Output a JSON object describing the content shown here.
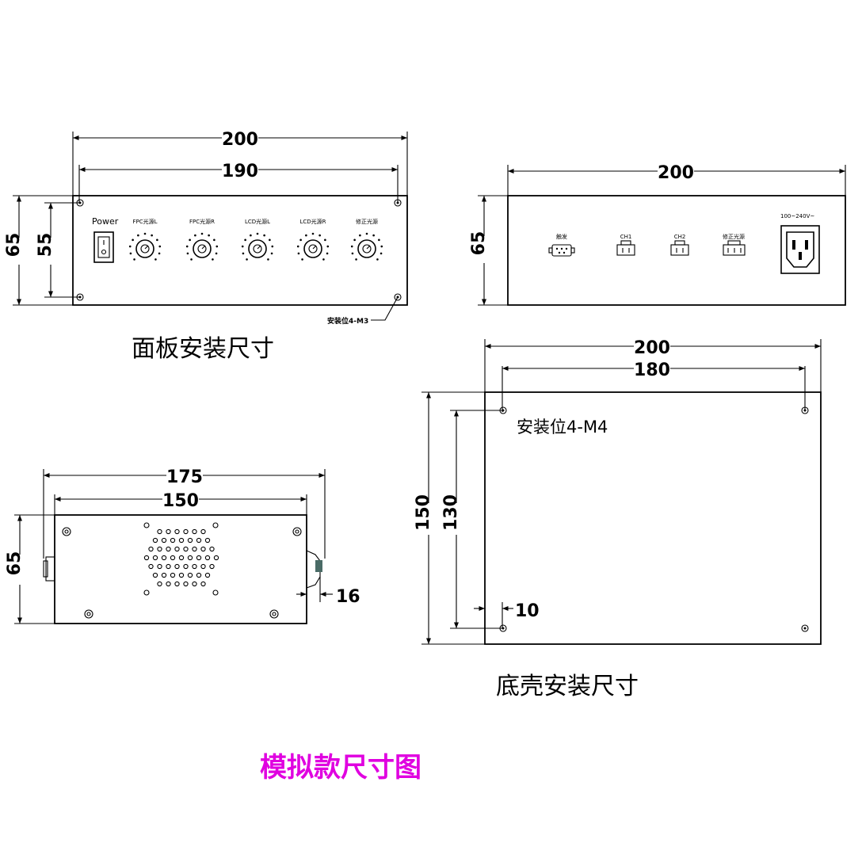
{
  "colors": {
    "line": "#000000",
    "main_title": "#e000e0"
  },
  "front_panel": {
    "width_dim": "200",
    "hole_span_dim": "190",
    "height_dim": "65",
    "hole_height_dim": "55",
    "power_label": "Power",
    "knob_labels": [
      "FPC光源L",
      "FPC光源R",
      "LCD光源L",
      "LCD光源R",
      "修正光源"
    ],
    "mount_note": "安装位4-M3",
    "caption": "面板安装尺寸"
  },
  "rear_panel": {
    "width_dim": "200",
    "height_dim": "65",
    "connector_labels": [
      "触发",
      "CH1",
      "CH2",
      "修正光源"
    ],
    "voltage_label": "100~240V~"
  },
  "bottom_shell": {
    "width_dim": "200",
    "hole_span_dim": "180",
    "height_dim": "150",
    "hole_height_dim": "130",
    "edge_offset_dim": "10",
    "mount_note": "安装位4-M4",
    "caption": "底壳安装尺寸"
  },
  "side_view": {
    "length_dim": "175",
    "body_dim": "150",
    "height_dim": "65",
    "protrusion_dim": "16"
  },
  "main_title": "模拟款尺寸图"
}
